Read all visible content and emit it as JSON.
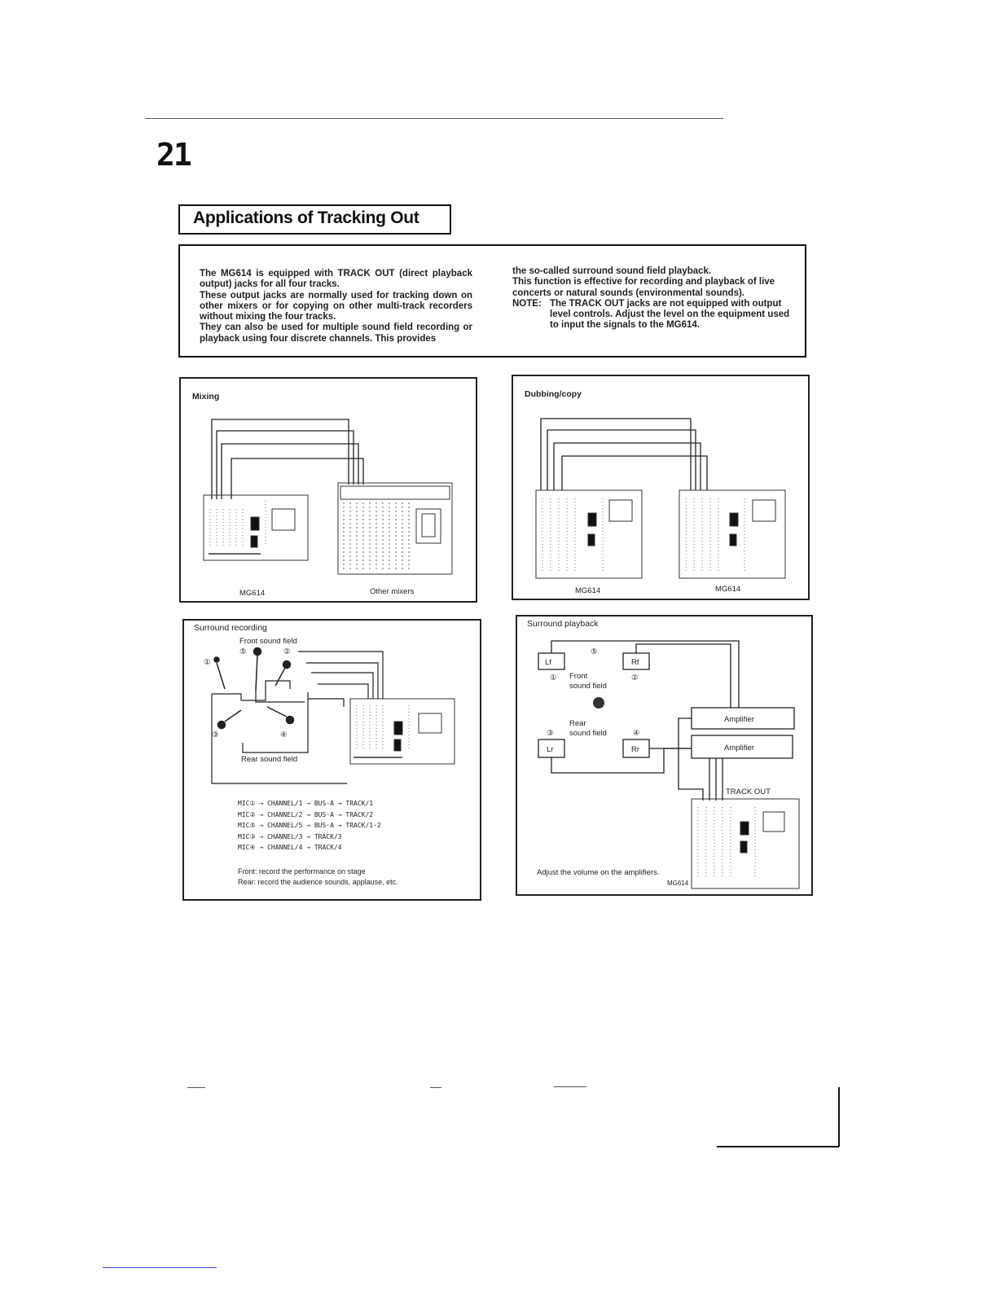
{
  "page": {
    "number": "21",
    "title": "Applications of Tracking Out"
  },
  "intro": {
    "left": [
      "The MG614 is equipped with TRACK OUT (direct playback output) jacks for all four tracks.",
      "These output jacks are normally used for tracking down on other mixers or for copying on other multi-track recorders without mixing the four tracks.",
      "They can also be used for multiple sound field recording or playback using four discrete channels. This provides"
    ],
    "right": [
      "the so-called surround sound field playback.",
      "This function is effective for recording and playback of live concerts or natural sounds (environmental sounds)."
    ],
    "note_label": "NOTE:",
    "note_text": "The TRACK OUT jacks are not equipped with output level controls. Adjust the level on the equipment used to input the signals to the MG614."
  },
  "panels": {
    "mixing": {
      "title": "Mixing",
      "label_left": "MG614",
      "label_right": "Other mixers"
    },
    "dubbing": {
      "title": "Dubbing/copy",
      "label_left": "MG614",
      "label_right": "MG614"
    },
    "surround_recording": {
      "title": "Surround recording",
      "front_label": "Front sound field",
      "rear_label": "Rear sound field",
      "mic_numbers": [
        "①",
        "②",
        "③",
        "④",
        "⑤"
      ],
      "routing": [
        "MIC① → CHANNEL/1 → BUS·A → TRACK/1",
        "MIC② → CHANNEL/2 → BUS·A → TRACK/2",
        "MIC⑤ → CHANNEL/5 → BUS·A → TRACK/1·2",
        "MIC③ → CHANNEL/3 → TRACK/3",
        "MIC④ → CHANNEL/4 → TRACK/4"
      ],
      "notes": [
        "Front: record the performance on stage",
        "Rear: record the audience sounds, applause, etc."
      ]
    },
    "surround_playback": {
      "title": "Surround playback",
      "speakers": {
        "lf": "Lf",
        "rf": "Rf",
        "lr": "Lr",
        "rr": "Rr"
      },
      "front_label_1": "Front",
      "front_label_2": "sound field",
      "rear_label_1": "Rear",
      "rear_label_2": "sound field",
      "num_1": "①",
      "num_2": "②",
      "num_3": "③",
      "num_4": "④",
      "num_5": "⑤",
      "amplifier_1": "Amplifier",
      "amplifier_2": "Amplifier",
      "track_out": "TRACK OUT",
      "adjust_note": "Adjust the volume on the amplifiers.",
      "device_label": "MG614"
    }
  }
}
